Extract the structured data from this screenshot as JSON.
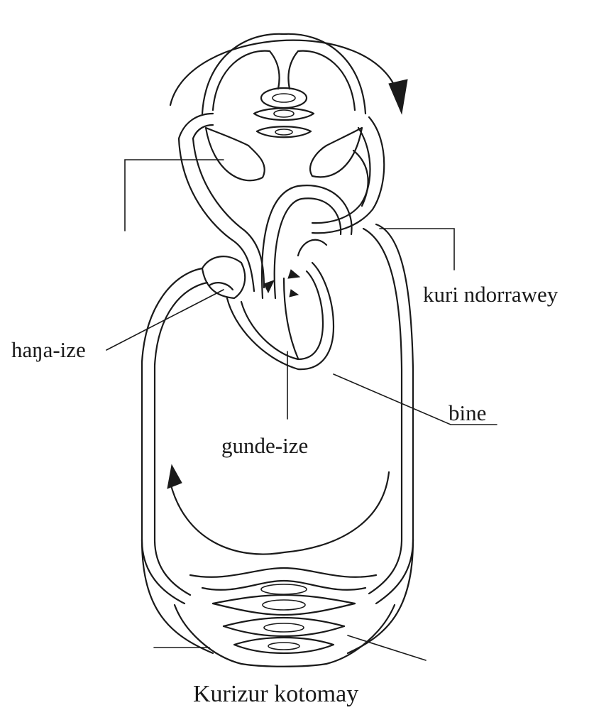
{
  "labels": {
    "right_circulation": "kuri ndorrawey",
    "left_atrium": "haŋa-ize",
    "ventricle": "gunde-ize",
    "heart": "bine"
  },
  "caption": "Kurizur kotomay"
}
